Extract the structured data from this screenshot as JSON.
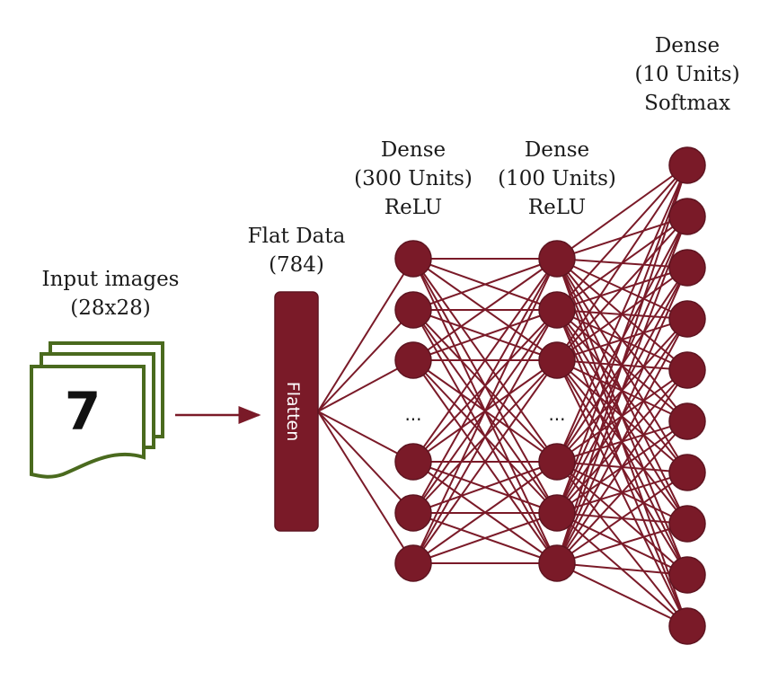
{
  "colors": {
    "node": "#7a1a28",
    "edge": "#7a1a28",
    "image_border": "#4a6a1e"
  },
  "input": {
    "label_line1": "Input images",
    "label_line2": "(28x28)",
    "digit": "7"
  },
  "flat": {
    "label_line1": "Flat Data",
    "label_line2": "(784)",
    "box_text": "Flatten"
  },
  "layer1": {
    "line1": "Dense",
    "line2": "(300 Units)",
    "line3": "ReLU",
    "ellipsis": "...",
    "visible_nodes": 6
  },
  "layer2": {
    "line1": "Dense",
    "line2": "(100 Units)",
    "line3": "ReLU",
    "ellipsis": "...",
    "visible_nodes": 6
  },
  "output": {
    "line1": "Dense",
    "line2": "(10 Units)",
    "line3": "Softmax",
    "visible_nodes": 10
  }
}
